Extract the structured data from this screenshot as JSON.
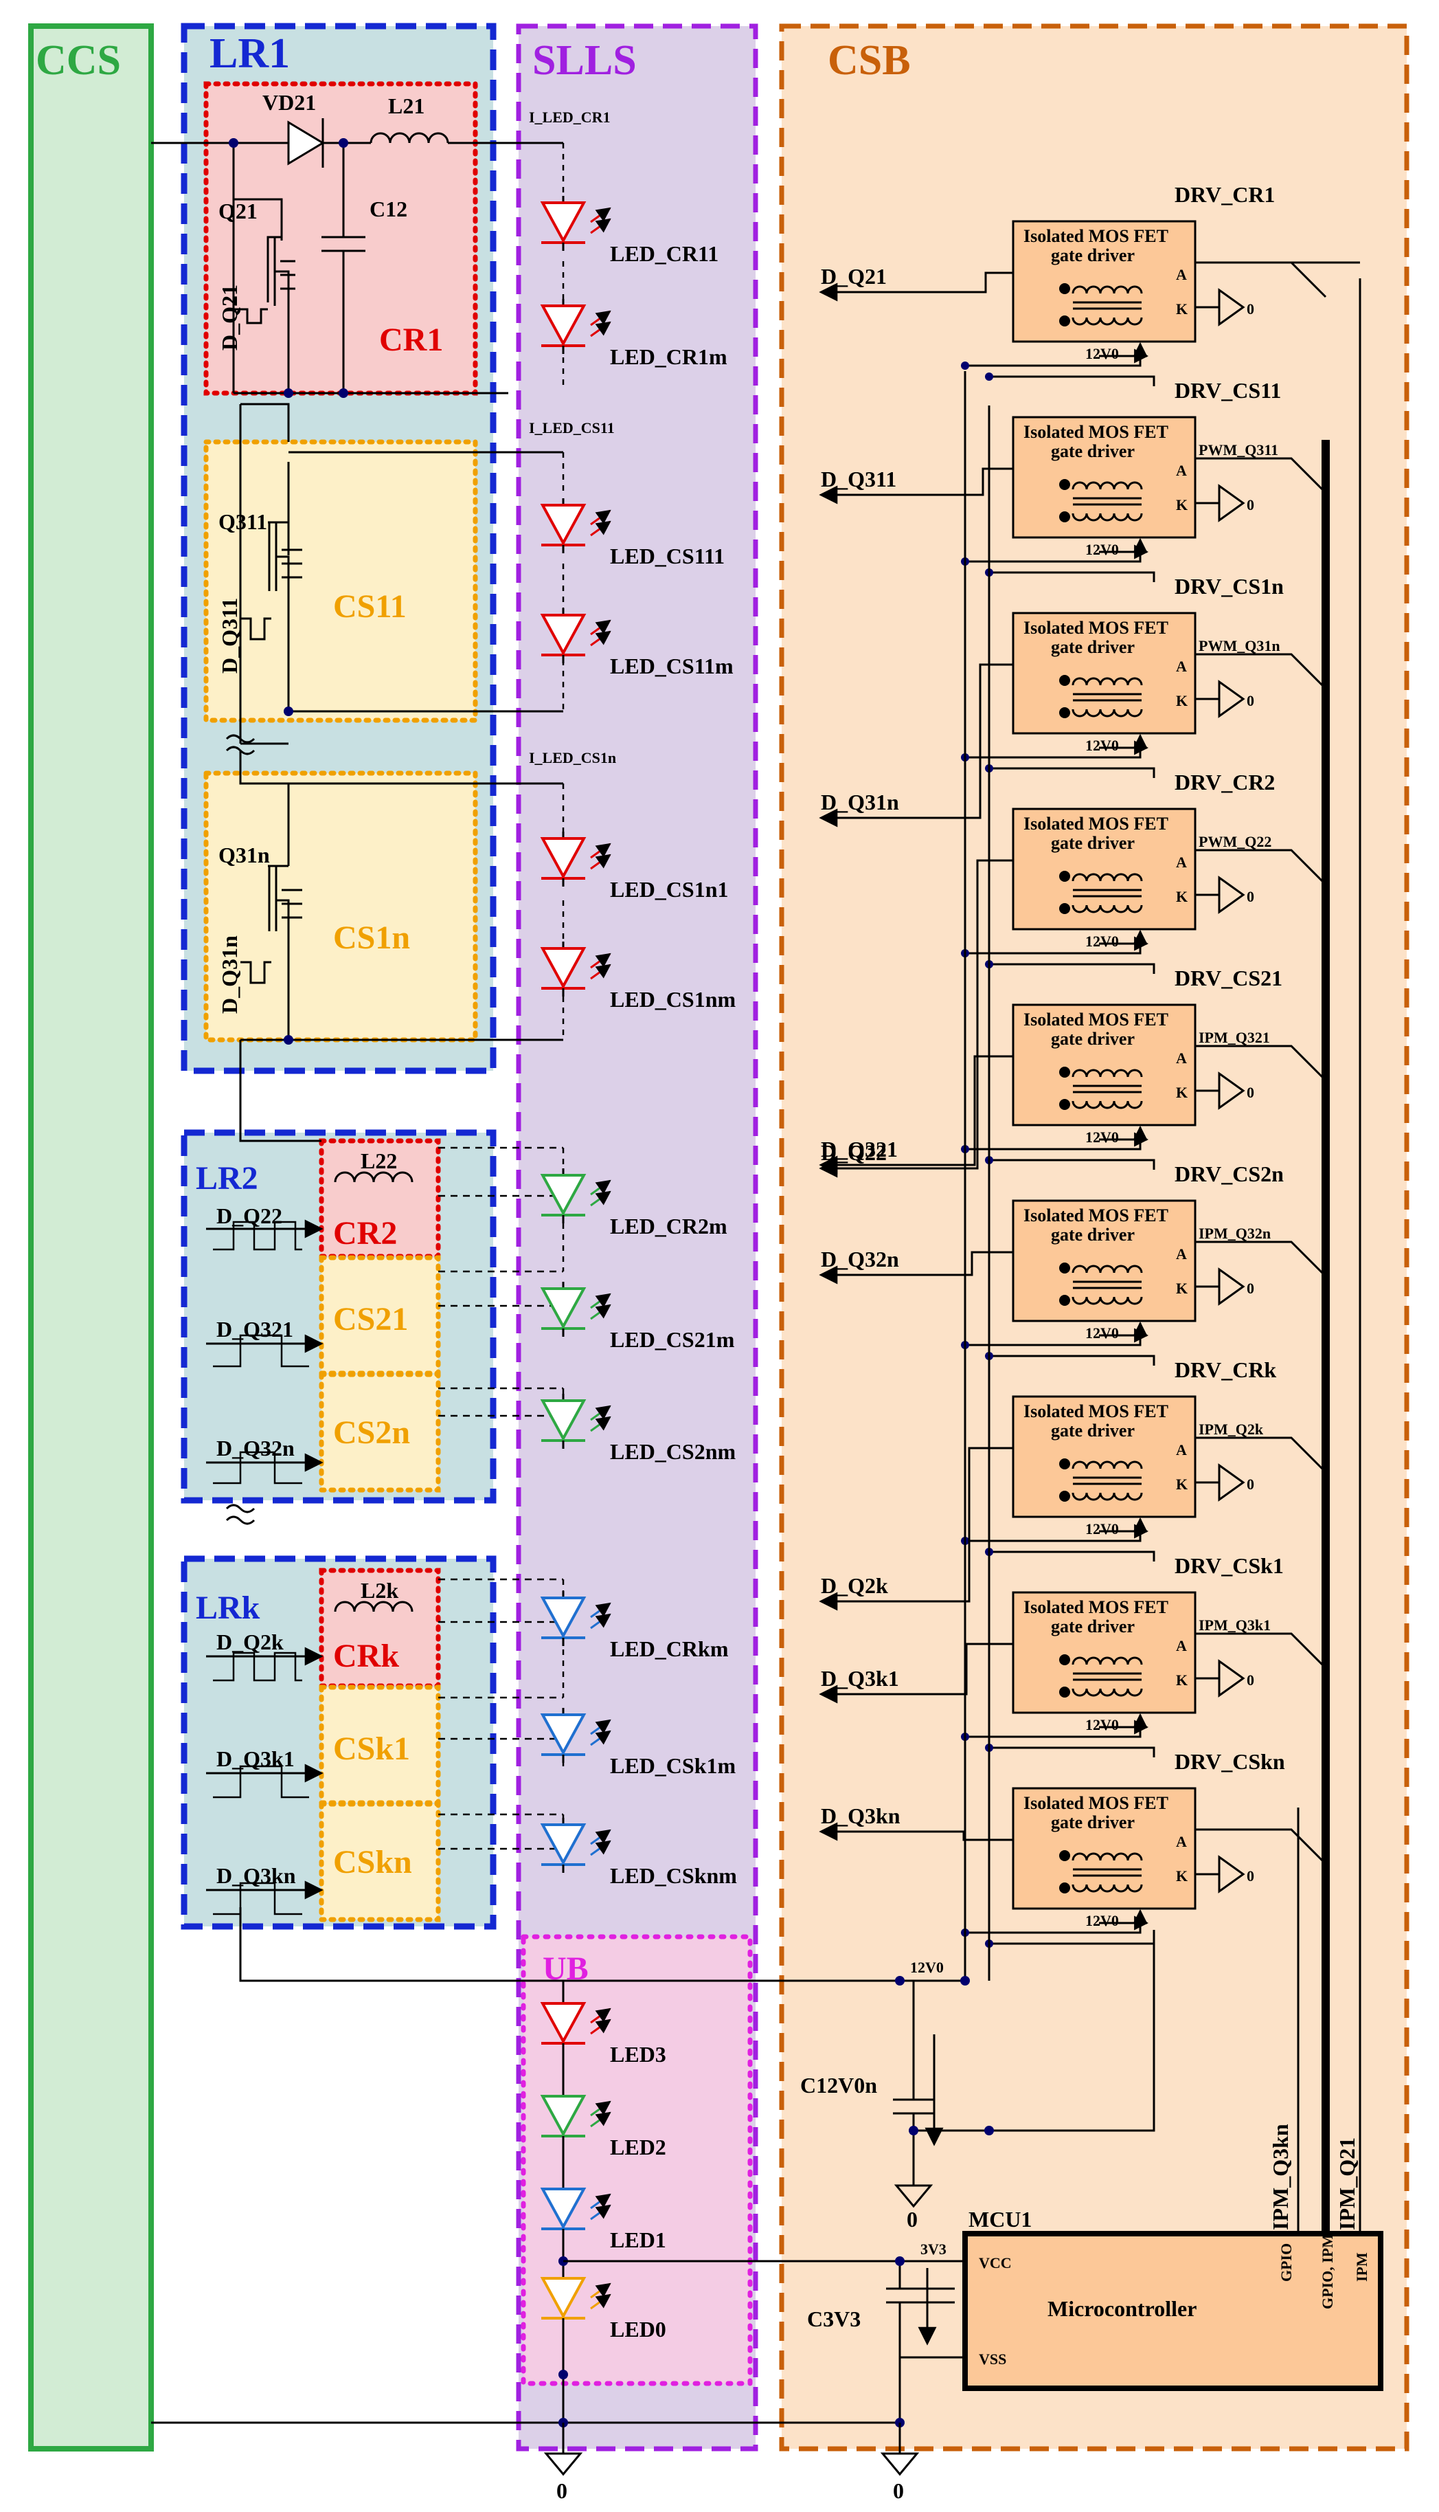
{
  "colors": {
    "ccs": "#2ea843",
    "lr": "#1428d2",
    "slls": "#a020e0",
    "csb": "#c8600a",
    "cr": "#e00000",
    "cs": "#f0a000",
    "ub": "#e020e0",
    "led_red": "#e00000",
    "led_green": "#2ea843",
    "led_blue": "#2070d0",
    "led_orange": "#f0a000"
  },
  "blocks": {
    "ccs": "CCS",
    "lr1": "LR1",
    "slls": "SLLS",
    "csb": "CSB",
    "lr2": "LR2",
    "lrk": "LRk",
    "ub": "UB"
  },
  "subblocks": {
    "cr1": "CR1",
    "cs11": "CS11",
    "cs1n": "CS1n",
    "cr2": "CR2",
    "cs21": "CS21",
    "cs2n": "CS2n",
    "crk": "CRk",
    "csk1": "CSk1",
    "cskn": "CSkn"
  },
  "lr1_parts": {
    "vd21": "VD21",
    "l21": "L21",
    "q21": "Q21",
    "c12": "C12",
    "d_q21": "D_Q21",
    "q311": "Q311",
    "d_q311": "D_Q311",
    "q31n": "Q31n",
    "d_q31n": "D_Q31n"
  },
  "inductors": {
    "l22": "L22",
    "l2k": "L2k"
  },
  "lr2_signals": [
    "D_Q22",
    "D_Q321",
    "D_Q32n"
  ],
  "lrk_signals": [
    "D_Q2k",
    "D_Q3k1",
    "D_Q3kn"
  ],
  "currents": [
    "I_LED_CR1",
    "I_LED_CS11",
    "I_LED_CS1n"
  ],
  "leds": [
    {
      "label": "LED_CR11",
      "color": "red"
    },
    {
      "label": "LED_CR1m",
      "color": "red"
    },
    {
      "label": "LED_CS111",
      "color": "red"
    },
    {
      "label": "LED_CS11m",
      "color": "red"
    },
    {
      "label": "LED_CS1n1",
      "color": "red"
    },
    {
      "label": "LED_CS1nm",
      "color": "red"
    },
    {
      "label": "LED_CR2m",
      "color": "green"
    },
    {
      "label": "LED_CS21m",
      "color": "green"
    },
    {
      "label": "LED_CS2nm",
      "color": "green"
    },
    {
      "label": "LED_CRkm",
      "color": "blue"
    },
    {
      "label": "LED_CSk1m",
      "color": "blue"
    },
    {
      "label": "LED_CSknm",
      "color": "blue"
    }
  ],
  "ub_leds": [
    {
      "label": "LED3",
      "color": "red"
    },
    {
      "label": "LED2",
      "color": "green"
    },
    {
      "label": "LED1",
      "color": "blue"
    },
    {
      "label": "LED0",
      "color": "orange"
    }
  ],
  "drivers": [
    {
      "name": "DRV_CR1",
      "d_signal": "D_Q21",
      "pwm": ""
    },
    {
      "name": "DRV_CS11",
      "d_signal": "D_Q311",
      "pwm": "PWM_Q311"
    },
    {
      "name": "DRV_CS1n",
      "d_signal": "D_Q31n",
      "pwm": "PWM_Q31n"
    },
    {
      "name": "DRV_CR2",
      "d_signal": "D_Q22",
      "pwm": "PWM_Q22"
    },
    {
      "name": "DRV_CS21",
      "d_signal": "D_Q321",
      "pwm": "IPM_Q321"
    },
    {
      "name": "DRV_CS2n",
      "d_signal": "D_Q32n",
      "pwm": "IPM_Q32n"
    },
    {
      "name": "DRV_CRk",
      "d_signal": "D_Q2k",
      "pwm": "IPM_Q2k"
    },
    {
      "name": "DRV_CSk1",
      "d_signal": "D_Q3k1",
      "pwm": "IPM_Q3k1"
    },
    {
      "name": "DRV_CSkn",
      "d_signal": "D_Q3kn",
      "pwm": ""
    }
  ],
  "driver_box": {
    "line1": "Isolated MOS FET",
    "line2": "gate driver",
    "pin_a": "A",
    "pin_k": "K",
    "supply": "12V0"
  },
  "power": {
    "v12": "12V0",
    "v3": "3V3",
    "c12v0n": "C12V0n",
    "c3v3": "C3V3",
    "gnd": "0"
  },
  "mcu": {
    "ref": "MCU1",
    "label": "Microcontroller",
    "vcc": "VCC",
    "vss": "VSS",
    "pin_gpio": "GPIO",
    "pin_gpio_ipm": "GPIO, IPM",
    "pin_ipm": "IPM",
    "bus_ipm_q3kn": "IPM_Q3kn",
    "bus_ipm_q21": "IPM_Q21"
  }
}
